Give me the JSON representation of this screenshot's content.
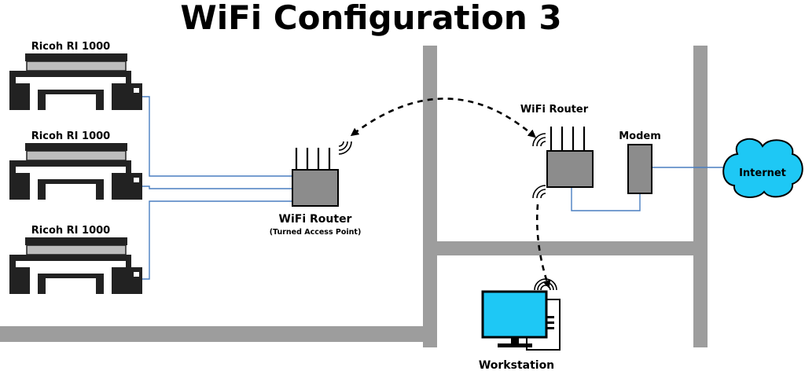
{
  "title": "WiFi Configuration 3",
  "printers": [
    {
      "label": "Ricoh RI 1000"
    },
    {
      "label": "Ricoh RI 1000"
    },
    {
      "label": "Ricoh RI 1000"
    }
  ],
  "access_point": {
    "label": "WiFi Router",
    "sublabel": "(Turned Access Point)"
  },
  "main_router": {
    "label": "WiFi Router"
  },
  "modem": {
    "label": "Modem"
  },
  "internet": {
    "label": "Internet"
  },
  "workstation": {
    "label": "Workstation"
  },
  "colors": {
    "wall": "#9d9d9d",
    "cable": "#4a7fc1",
    "device": "#8c8c8c",
    "cloud": "#1ec8f5",
    "monitor_screen": "#1ec8f5"
  }
}
